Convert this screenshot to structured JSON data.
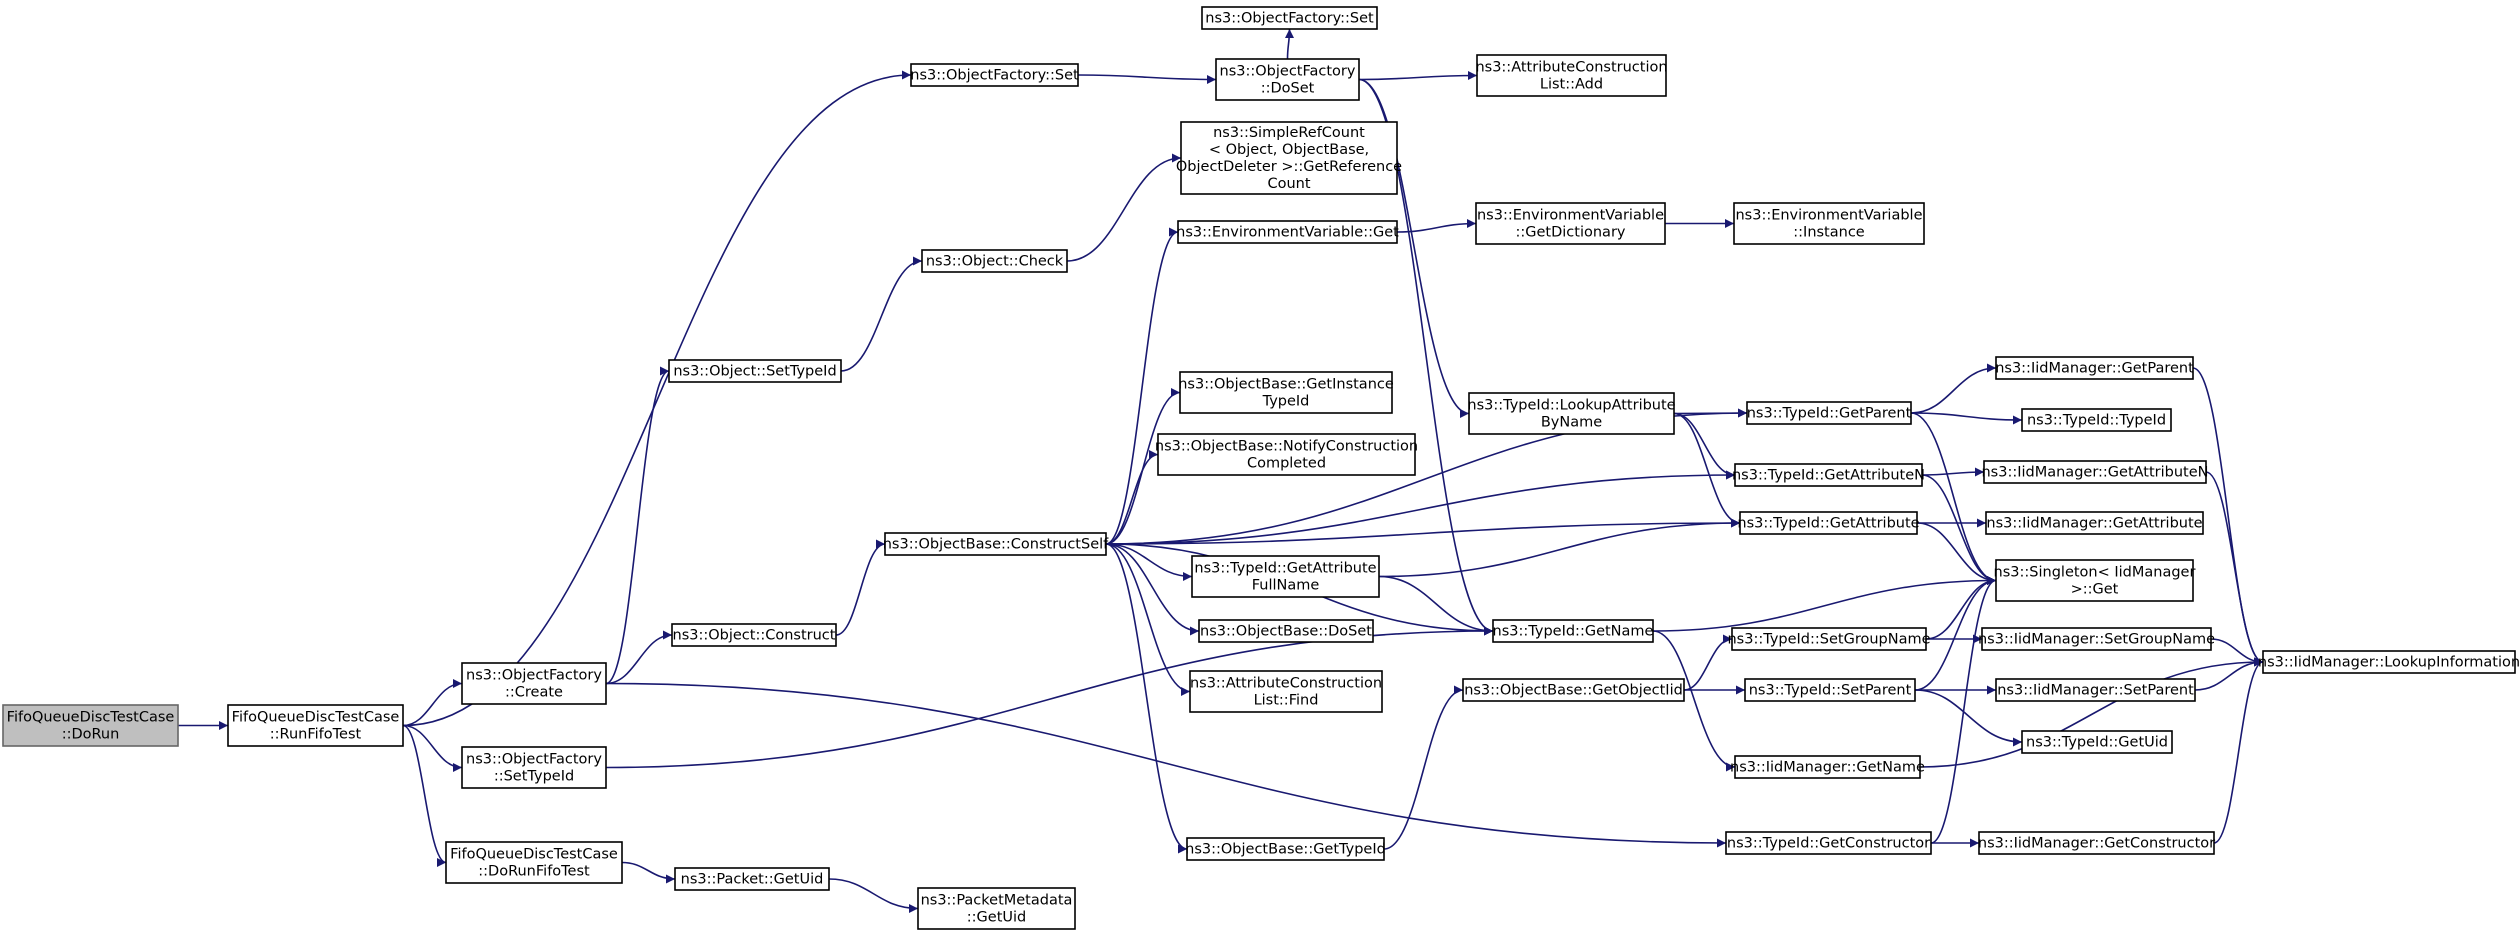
{
  "diagram": {
    "type": "call-graph",
    "nodes": [
      {
        "id": "n0",
        "lines": [
          "FifoQueueDiscTestCase",
          "::DoRun"
        ],
        "root": true
      },
      {
        "id": "n1",
        "lines": [
          "FifoQueueDiscTestCase",
          "::RunFifoTest"
        ]
      },
      {
        "id": "n2",
        "lines": [
          "ns3::ObjectFactory::Set"
        ]
      },
      {
        "id": "n3",
        "lines": [
          "ns3::ObjectFactory::Set"
        ]
      },
      {
        "id": "n4",
        "lines": [
          "ns3::ObjectFactory",
          "::DoSet"
        ]
      },
      {
        "id": "n5",
        "lines": [
          "ns3::AttributeConstruction",
          "List::Add"
        ]
      },
      {
        "id": "n6",
        "lines": [
          "ns3::TypeId::LookupAttribute",
          "ByName"
        ]
      },
      {
        "id": "n7",
        "lines": [
          "ns3::TypeId::GetParent"
        ]
      },
      {
        "id": "n8",
        "lines": [
          "ns3::IidManager::GetParent"
        ]
      },
      {
        "id": "n9",
        "lines": [
          "ns3::TypeId::TypeId"
        ]
      },
      {
        "id": "n10",
        "lines": [
          "ns3::Singleton< IidManager",
          ">::Get"
        ]
      },
      {
        "id": "n11",
        "lines": [
          "ns3::TypeId::GetAttributeN"
        ]
      },
      {
        "id": "n12",
        "lines": [
          "ns3::IidManager::GetAttributeN"
        ]
      },
      {
        "id": "n13",
        "lines": [
          "ns3::TypeId::GetAttribute"
        ]
      },
      {
        "id": "n14",
        "lines": [
          "ns3::IidManager::GetAttribute"
        ]
      },
      {
        "id": "n15",
        "lines": [
          "ns3::TypeId::GetName"
        ]
      },
      {
        "id": "n16",
        "lines": [
          "ns3::IidManager::GetName"
        ]
      },
      {
        "id": "n17",
        "lines": [
          "ns3::IidManager::LookupInformation"
        ]
      },
      {
        "id": "n18",
        "lines": [
          "ns3::ObjectFactory",
          "::Create"
        ]
      },
      {
        "id": "n19",
        "lines": [
          "ns3::Object::SetTypeId"
        ]
      },
      {
        "id": "n20",
        "lines": [
          "ns3::Object::Check"
        ]
      },
      {
        "id": "n21",
        "lines": [
          "ns3::SimpleRefCount",
          "< Object, ObjectBase,",
          "ObjectDeleter >::GetReference",
          "Count"
        ]
      },
      {
        "id": "n22",
        "lines": [
          "ns3::Object::Construct"
        ]
      },
      {
        "id": "n23",
        "lines": [
          "ns3::ObjectBase::ConstructSelf"
        ]
      },
      {
        "id": "n24",
        "lines": [
          "ns3::EnvironmentVariable::Get"
        ]
      },
      {
        "id": "n25",
        "lines": [
          "ns3::EnvironmentVariable",
          "::GetDictionary"
        ]
      },
      {
        "id": "n26",
        "lines": [
          "ns3::EnvironmentVariable",
          "::Instance"
        ]
      },
      {
        "id": "n27",
        "lines": [
          "ns3::ObjectBase::GetInstance",
          "TypeId"
        ]
      },
      {
        "id": "n28",
        "lines": [
          "ns3::ObjectBase::NotifyConstruction",
          "Completed"
        ]
      },
      {
        "id": "n29",
        "lines": [
          "ns3::TypeId::GetAttribute",
          "FullName"
        ]
      },
      {
        "id": "n30",
        "lines": [
          "ns3::ObjectBase::DoSet"
        ]
      },
      {
        "id": "n31",
        "lines": [
          "ns3::AttributeConstruction",
          "List::Find"
        ]
      },
      {
        "id": "n32",
        "lines": [
          "ns3::ObjectBase::GetTypeId"
        ]
      },
      {
        "id": "n33",
        "lines": [
          "ns3::ObjectBase::GetObjectIid"
        ]
      },
      {
        "id": "n34",
        "lines": [
          "ns3::TypeId::SetGroupName"
        ]
      },
      {
        "id": "n35",
        "lines": [
          "ns3::IidManager::SetGroupName"
        ]
      },
      {
        "id": "n36",
        "lines": [
          "ns3::TypeId::SetParent"
        ]
      },
      {
        "id": "n37",
        "lines": [
          "ns3::IidManager::SetParent"
        ]
      },
      {
        "id": "n38",
        "lines": [
          "ns3::TypeId::GetUid"
        ]
      },
      {
        "id": "n39",
        "lines": [
          "ns3::ObjectFactory",
          "::SetTypeId"
        ]
      },
      {
        "id": "n40",
        "lines": [
          "FifoQueueDiscTestCase",
          "::DoRunFifoTest"
        ]
      },
      {
        "id": "n41",
        "lines": [
          "ns3::Packet::GetUid"
        ]
      },
      {
        "id": "n42",
        "lines": [
          "ns3::PacketMetadata",
          "::GetUid"
        ]
      },
      {
        "id": "n43",
        "lines": [
          "ns3::TypeId::GetConstructor"
        ]
      },
      {
        "id": "n44",
        "lines": [
          "ns3::IidManager::GetConstructor"
        ]
      }
    ],
    "edges": [
      [
        "n0",
        "n1"
      ],
      [
        "n1",
        "n2"
      ],
      [
        "n1",
        "n18"
      ],
      [
        "n1",
        "n39"
      ],
      [
        "n1",
        "n40"
      ],
      [
        "n2",
        "n4"
      ],
      [
        "n4",
        "n3"
      ],
      [
        "n4",
        "n5"
      ],
      [
        "n4",
        "n6"
      ],
      [
        "n4",
        "n15"
      ],
      [
        "n6",
        "n7"
      ],
      [
        "n6",
        "n11"
      ],
      [
        "n6",
        "n13"
      ],
      [
        "n7",
        "n8"
      ],
      [
        "n7",
        "n9"
      ],
      [
        "n7",
        "n10"
      ],
      [
        "n8",
        "n17"
      ],
      [
        "n11",
        "n12"
      ],
      [
        "n11",
        "n10"
      ],
      [
        "n12",
        "n17"
      ],
      [
        "n13",
        "n14"
      ],
      [
        "n13",
        "n10"
      ],
      [
        "n15",
        "n10"
      ],
      [
        "n15",
        "n16"
      ],
      [
        "n16",
        "n17"
      ],
      [
        "n18",
        "n19"
      ],
      [
        "n18",
        "n22"
      ],
      [
        "n18",
        "n43"
      ],
      [
        "n19",
        "n20"
      ],
      [
        "n20",
        "n21"
      ],
      [
        "n22",
        "n23"
      ],
      [
        "n23",
        "n24"
      ],
      [
        "n23",
        "n7"
      ],
      [
        "n23",
        "n13"
      ],
      [
        "n23",
        "n27"
      ],
      [
        "n23",
        "n28"
      ],
      [
        "n23",
        "n11"
      ],
      [
        "n23",
        "n29"
      ],
      [
        "n23",
        "n30"
      ],
      [
        "n23",
        "n31"
      ],
      [
        "n23",
        "n15"
      ],
      [
        "n23",
        "n32"
      ],
      [
        "n24",
        "n25"
      ],
      [
        "n25",
        "n26"
      ],
      [
        "n29",
        "n13"
      ],
      [
        "n29",
        "n15"
      ],
      [
        "n32",
        "n33"
      ],
      [
        "n33",
        "n34"
      ],
      [
        "n33",
        "n36"
      ],
      [
        "n34",
        "n10"
      ],
      [
        "n34",
        "n35"
      ],
      [
        "n35",
        "n17"
      ],
      [
        "n36",
        "n10"
      ],
      [
        "n36",
        "n37"
      ],
      [
        "n36",
        "n38"
      ],
      [
        "n37",
        "n17"
      ],
      [
        "n39",
        "n15"
      ],
      [
        "n40",
        "n41"
      ],
      [
        "n41",
        "n42"
      ],
      [
        "n43",
        "n10"
      ],
      [
        "n43",
        "n44"
      ],
      [
        "n44",
        "n17"
      ]
    ]
  }
}
